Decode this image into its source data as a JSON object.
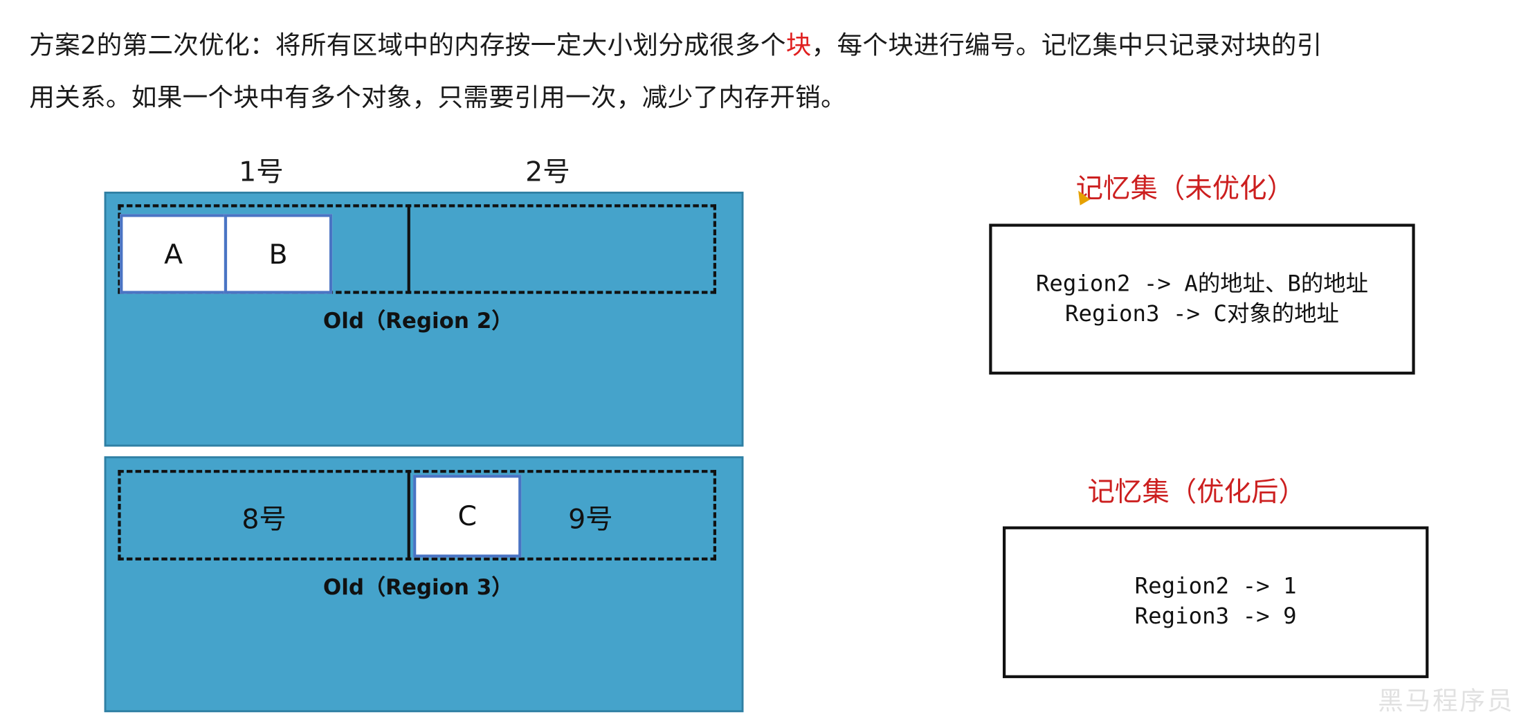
{
  "intro": {
    "line1_part1": "方案2的第二次优化：将所有区域中的内存按一定大小划分成很多个",
    "line1_highlight": "块",
    "line1_part2": "，每个块进行编号。记忆集中只记录对块的引",
    "line2": "用关系。如果一个块中有多个对象，只需要引用一次，减少了内存开销。"
  },
  "regions": {
    "region2": {
      "block_label_left": "1号",
      "block_label_right": "2号",
      "objects": [
        "A",
        "B"
      ],
      "label": "Old（Region 2）"
    },
    "region3": {
      "block_label_left": "8号",
      "object": "C",
      "block_label_right": "9号",
      "label": "Old（Region 3）"
    }
  },
  "remembered_set_unoptimized": {
    "title": "记忆集（未优化）",
    "lines": [
      "Region2 -> A的地址、B的地址",
      "Region3 -> C对象的地址"
    ]
  },
  "remembered_set_optimized": {
    "title": "记忆集（优化后）",
    "lines": [
      "Region2 -> 1",
      "Region3 -> 9"
    ]
  },
  "watermark": "黑马程序员",
  "colors": {
    "region_fill": "#45a3cb",
    "object_border": "#4a74c4",
    "highlight_red": "#e02020",
    "title_red": "#cc1f1f"
  },
  "icons": {
    "cursor": "mouse-pointer-icon"
  }
}
